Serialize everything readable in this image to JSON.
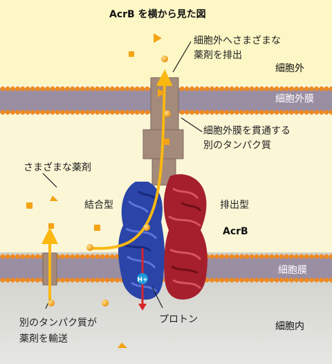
{
  "title": "AcrB を横から見た図",
  "labels": {
    "outside_label": "細胞外",
    "outer_membrane_label": "細胞外膜",
    "inner_membrane_label": "細胞膜",
    "inside_label": "細胞内",
    "drugs_out_line1": "細胞外へさまざまな",
    "drugs_out_line2": "薬剤を排出",
    "channel_line1": "細胞外膜を貫通する",
    "channel_line2": "別のタンパク質",
    "various_drugs": "さまざまな薬剤",
    "binding_form": "結合型",
    "extrusion_form": "排出型",
    "protein_name": "AcrB",
    "transporter_line1": "別のタンパク質が",
    "transporter_line2": "薬剤を輸送",
    "proton_label": "プロトン",
    "proton_symbol": "H+"
  },
  "colors": {
    "outside_bg": "#fdf7c6",
    "periplasm_bg": "#fbf6d6",
    "cytoplasm_bg": "#d9d9d4",
    "membrane_band": "#9a8ea3",
    "lipid_head": "#f08a1f",
    "drug": "#f4a316",
    "arrow": "#fbb811",
    "binding_protein": "#2a44a8",
    "extrusion_protein": "#a51f2c",
    "channel": "#a38a7a",
    "proton": "#1e9ad8",
    "proton_arrow": "#d7252b"
  }
}
